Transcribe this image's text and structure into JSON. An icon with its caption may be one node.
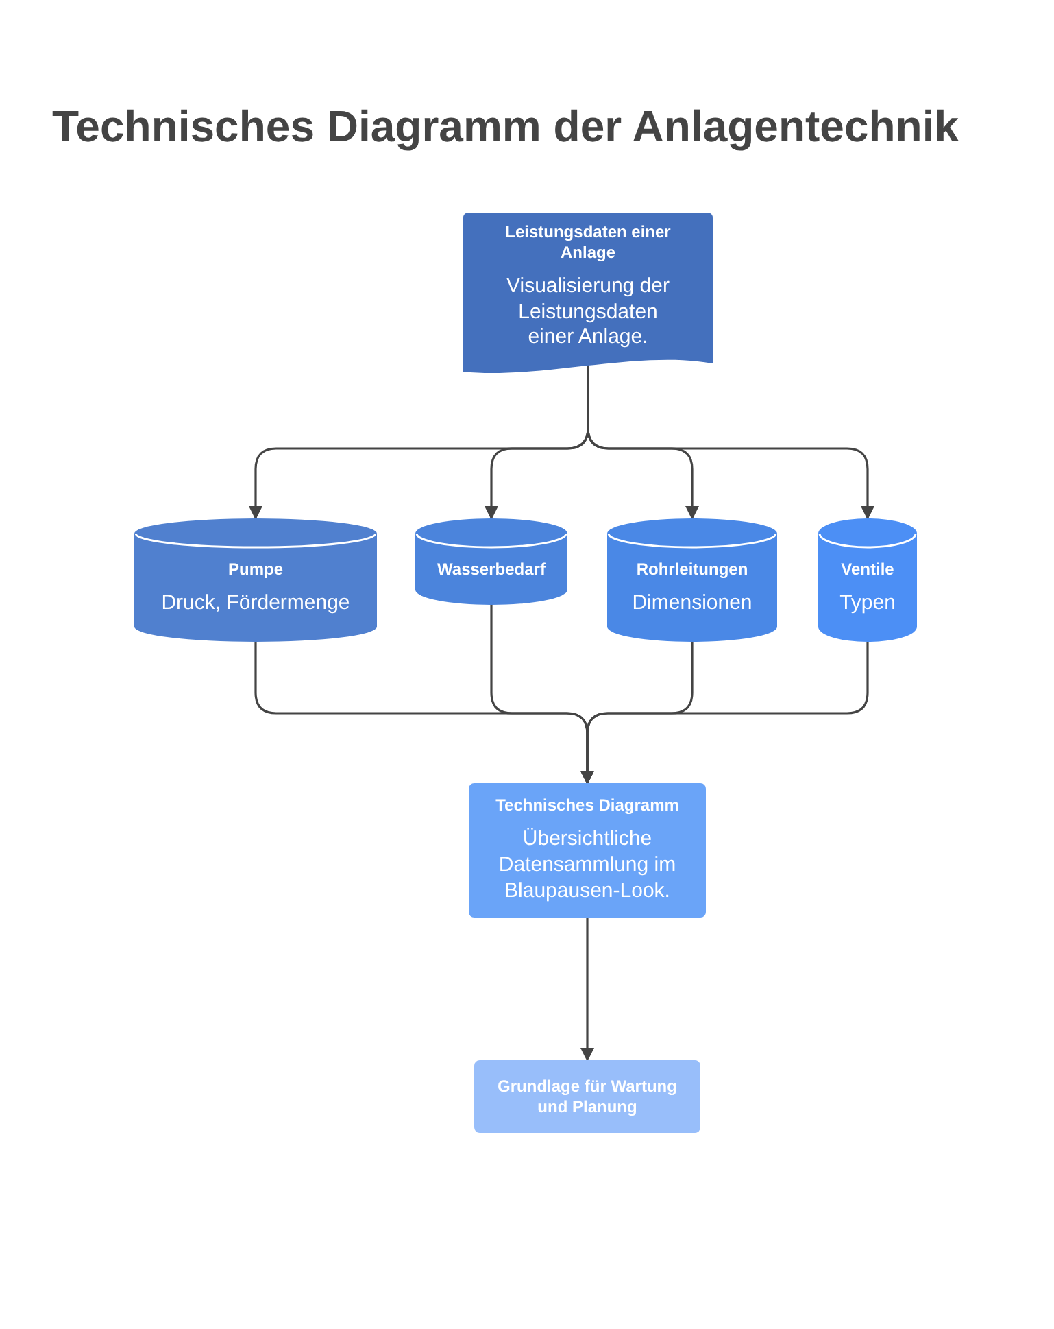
{
  "diagram": {
    "title": "Technisches Diagramm der Anlagentechnik",
    "nodes": [
      {
        "text": [
          "Leistungsdaten einer Anlage",
          "Visualisierung der Leistungsdaten einer Anlage."
        ]
      },
      {
        "text": [
          "Pumpe",
          "Druck, Fördermenge"
        ]
      },
      {
        "text": [
          "Wasserbedarf"
        ]
      },
      {
        "text": [
          "Rohrleitungen",
          "Dimensionen"
        ]
      },
      {
        "text": [
          "Ventile",
          "Typen"
        ]
      },
      {
        "text": [
          "Technisches Diagramm",
          "Übersichtliche Datensammlung im Blaupausen-Look."
        ]
      },
      {
        "text": [
          "Grundlage für Wartung und Planung"
        ]
      }
    ],
    "edges": [
      {
        "from": 0,
        "to": 1,
        "arrow": "to"
      },
      {
        "from": 0,
        "to": 2,
        "arrow": "to"
      },
      {
        "from": 0,
        "to": 3,
        "arrow": "to"
      },
      {
        "from": 0,
        "to": 4,
        "arrow": "to"
      },
      {
        "from": 1,
        "to": 5,
        "arrow": "to"
      },
      {
        "from": 2,
        "to": 5,
        "arrow": "to"
      },
      {
        "from": 3,
        "to": 5,
        "arrow": "to"
      },
      {
        "from": 4,
        "to": 5,
        "arrow": "to"
      },
      {
        "from": 5,
        "to": 6,
        "arrow": "to"
      }
    ]
  }
}
